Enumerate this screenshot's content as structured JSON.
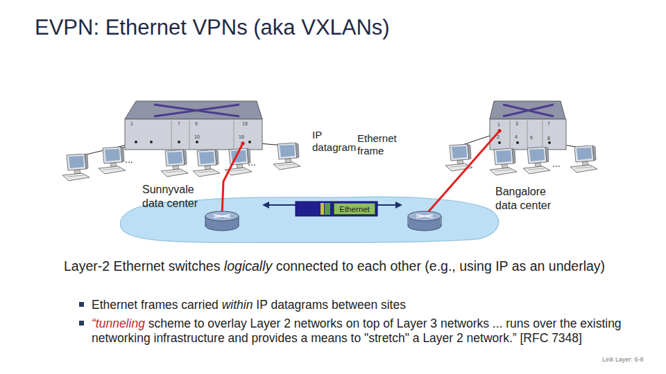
{
  "diagram": {
    "title": "EVPN: Ethernet VPNs (aka VXLANs)",
    "nodes": [
      {
        "text": [
          "Ethernet"
        ]
      }
    ],
    "labels": [
      "1",
      "7",
      "9",
      "15",
      "10",
      "16",
      "...",
      "...",
      "Sunnyvale data center",
      "IP datagram",
      "Ethernet frame",
      "1",
      "3",
      "7",
      "2",
      "4",
      "6",
      "8",
      "...",
      "Bangalore data center",
      "Layer-2 Ethernet switches ",
      "logically",
      " connected to each other (e.g., using IP as an underlay)",
      "Ethernet frames carried ",
      "within",
      " IP datagrams between sites",
      "“tunneling",
      " scheme to overlay Layer 2 networks on top of Layer 3 networks ... runs over the existing networking infrastructure and provides a means to \"stretch\" a Layer 2 network.” [RFC 7348]",
      "Link Layer: 6-8"
    ]
  }
}
